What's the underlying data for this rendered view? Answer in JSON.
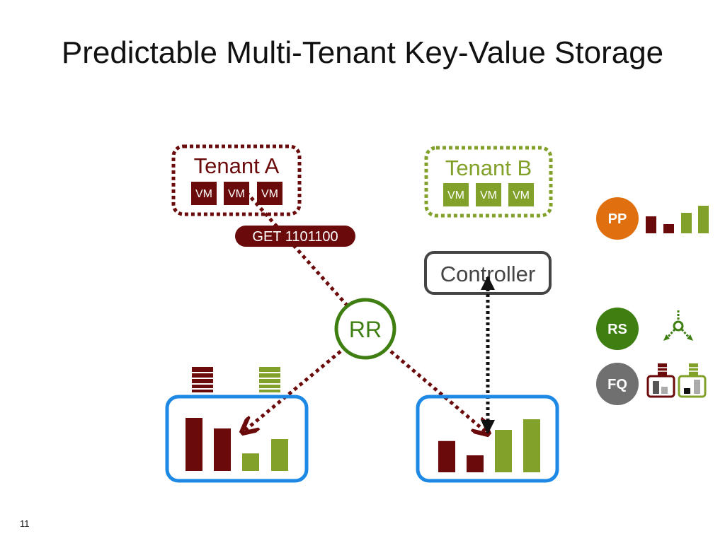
{
  "slide": {
    "title": "Predictable Multi-Tenant Key-Value Storage",
    "page_number": "11"
  },
  "tenants": [
    {
      "name": "Tenant A",
      "vms": [
        "VM",
        "VM",
        "VM"
      ],
      "color": "#6b0a0a"
    },
    {
      "name": "Tenant B",
      "vms": [
        "VM",
        "VM",
        "VM"
      ],
      "color": "#82a12a"
    }
  ],
  "request": {
    "label": "GET 1101100"
  },
  "router": {
    "label": "RR",
    "color": "#3f7f12"
  },
  "controller": {
    "label": "Controller",
    "color": "#444444"
  },
  "servers": [
    {
      "bars": [
        {
          "tenant": "A",
          "level": 1.0
        },
        {
          "tenant": "A",
          "level": 0.8
        },
        {
          "tenant": "B",
          "level": 0.33
        },
        {
          "tenant": "B",
          "level": 0.6
        }
      ]
    },
    {
      "bars": [
        {
          "tenant": "A",
          "level": 0.59
        },
        {
          "tenant": "A",
          "level": 0.32
        },
        {
          "tenant": "B",
          "level": 0.8
        },
        {
          "tenant": "B",
          "level": 1.0
        }
      ]
    }
  ],
  "mechanisms": [
    {
      "label": "PP",
      "color": "#e0700f",
      "icon": "bar-chart-icon"
    },
    {
      "label": "RS",
      "color": "#3f7f12",
      "icon": "replica-selection-icon"
    },
    {
      "label": "FQ",
      "color": "#707070",
      "icon": "fair-queue-icon"
    }
  ],
  "colors": {
    "server_border": "#1e88e5",
    "tenant_a": "#6b0a0a",
    "tenant_b": "#82a12a"
  }
}
